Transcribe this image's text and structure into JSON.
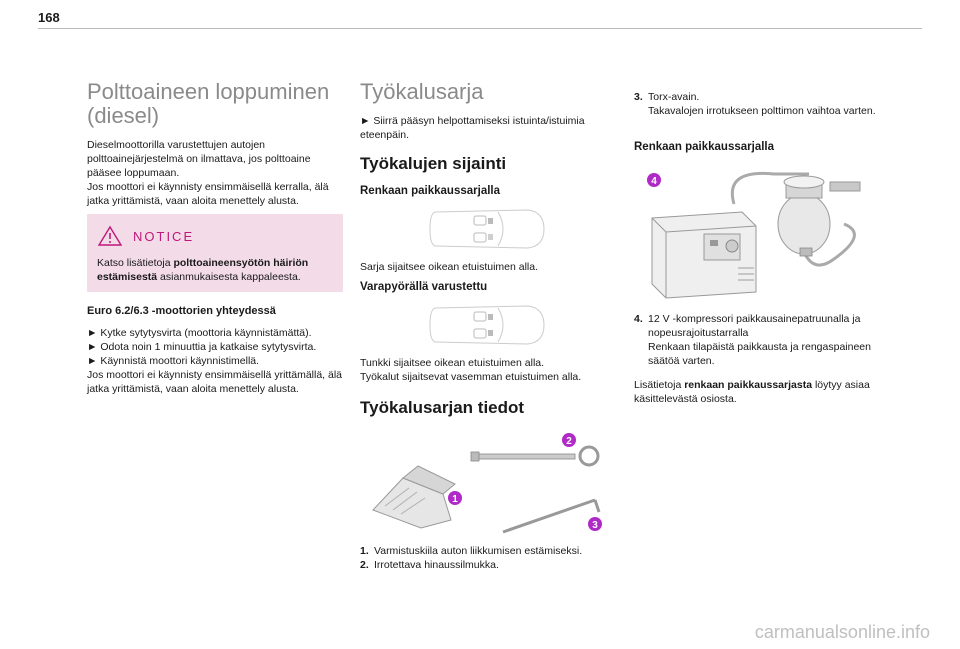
{
  "page": {
    "number": "168",
    "watermark": "carmanualsonline.info"
  },
  "col1": {
    "title": "Polttoaineen loppuminen (diesel)",
    "intro": "Dieselmoottorilla varustettujen autojen polttoainejärjestelmä on ilmattava, jos polttoaine pääsee loppumaan.",
    "intro2": "Jos moottori ei käynnisty ensimmäisellä kerralla, älä jatka yrittämistä, vaan aloita menettely alusta.",
    "notice": {
      "title": "NOTICE",
      "text_pre": "Katso lisätietoja ",
      "text_bold": "polttoaineensyötön häiriön estämisestä",
      "text_post": " asianmukaisesta kappaleesta."
    },
    "euro_heading": "Euro 6.2/6.3 -moottorien yhteydessä",
    "step1": "Kytke sytytysvirta (moottoria käynnistämättä).",
    "step2": "Odota noin 1 minuuttia ja katkaise sytytysvirta.",
    "step3": "Käynnistä moottori käynnistimellä.",
    "outro": "Jos moottori ei käynnisty ensimmäisellä yrittämällä, älä jatka yrittämistä, vaan aloita menettely alusta."
  },
  "col2": {
    "title": "Työkalusarja",
    "intro": "Siirrä pääsyn helpottamiseksi istuinta/istuimia eteenpäin.",
    "location_heading": "Työkalujen sijainti",
    "kit_heading": "Renkaan paikkaussarjalla",
    "kit_text": "Sarja sijaitsee oikean etuistuimen alla.",
    "spare_heading": "Varapyörällä varustettu",
    "spare_text1": "Tunkki sijaitsee oikean etuistuimen alla.",
    "spare_text2": "Työkalut sijaitsevat vasemman etuistuimen alla.",
    "details_heading": "Työkalusarjan tiedot",
    "callouts": [
      "1",
      "2",
      "3"
    ],
    "items": [
      {
        "n": "1.",
        "text": "Varmistuskiila auton liikkumisen estämiseksi."
      },
      {
        "n": "2.",
        "text": "Irrotettava hinaussilmukka."
      }
    ]
  },
  "col3": {
    "item3": {
      "n": "3.",
      "line1": "Torx-avain.",
      "line2": "Takavalojen irrotukseen polttimon vaihtoa varten."
    },
    "kit_heading": "Renkaan paikkaussarjalla",
    "callout": "4",
    "item4": {
      "n": "4.",
      "line1": "12 V -kompressori paikkausainepatruunalla ja nopeusrajoitustarralla",
      "line2": "Renkaan tilapäistä paikkausta ja rengaspaineen säätöä varten."
    },
    "more_pre": "Lisätietoja ",
    "more_bold": "renkaan paikkaussarjasta",
    "more_post": " löytyy asiaa käsittelevästä osiosta."
  },
  "colors": {
    "accent": "#c0177b",
    "notice_bg": "#f3dbe8",
    "callout": "#b02ac8"
  }
}
